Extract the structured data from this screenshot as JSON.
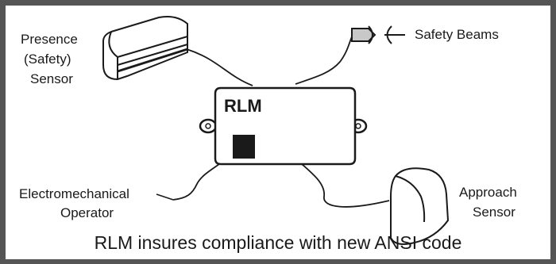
{
  "labels": {
    "presence_line1": "Presence",
    "presence_line2": "(Safety)",
    "presence_line3": "Sensor",
    "safety_beams": "Safety Beams",
    "rlm": "RLM",
    "operator_line1": "Electromechanical",
    "operator_line2": "Operator",
    "approach_line1": "Approach",
    "approach_line2": "Sensor"
  },
  "caption": "RLM insures compliance with new ANSI code",
  "colors": {
    "frame": "#555555",
    "line": "#1a1a1a",
    "beam_fill": "#c8c8c8",
    "module_fill": "#ffffff",
    "module_port": "#1a1a1a"
  }
}
